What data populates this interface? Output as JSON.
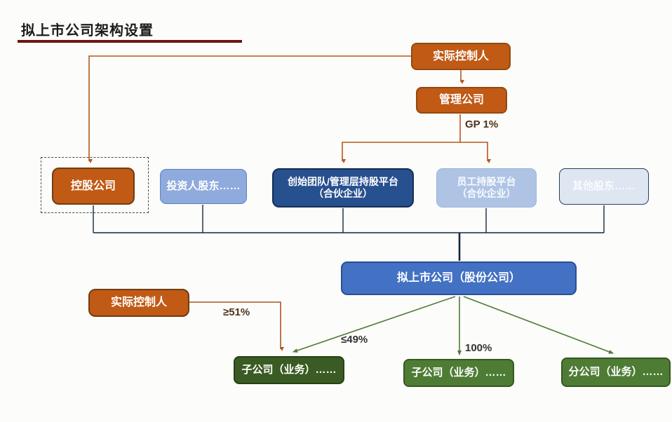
{
  "title": {
    "text": "拟上市公司架构设置"
  },
  "nodes": {
    "actual_controller_top": {
      "label": "实际控制人"
    },
    "management_company": {
      "label": "管理公司"
    },
    "holding_company": {
      "label": "控股公司"
    },
    "investor_shareholders": {
      "label": "投资人股东……"
    },
    "founder_platform": {
      "line1": "创始团队/管理层持股平台",
      "line2": "（合伙企业）"
    },
    "employee_platform": {
      "line1": "员工持股平台",
      "line2": "（合伙企业）"
    },
    "other_shareholders": {
      "label": "其他股东……"
    },
    "listed_company": {
      "label": "拟上市公司（股份公司）"
    },
    "actual_controller_left": {
      "label": "实际控制人"
    },
    "subsidiary_1": {
      "label": "子公司（业务）……"
    },
    "subsidiary_2": {
      "label": "子公司（业务）……"
    },
    "branch_company": {
      "label": "分公司（业务）……"
    }
  },
  "edge_labels": {
    "gp": "GP 1%",
    "ge51": "≥51%",
    "le49": "≤49%",
    "pct100": "100%"
  },
  "colors": {
    "accent_orange": "#c05a15",
    "accent_dark_blue": "#27508f",
    "accent_mid_blue": "#4371c4",
    "accent_light_blue": "#8faadc",
    "accent_green_dark": "#3a5b23",
    "accent_green_mid": "#4f7c35",
    "title_rule": "#6e1414",
    "wire_dark": "#14283e",
    "wire_orange": "#b5591b",
    "wire_green": "#4e7b35"
  }
}
